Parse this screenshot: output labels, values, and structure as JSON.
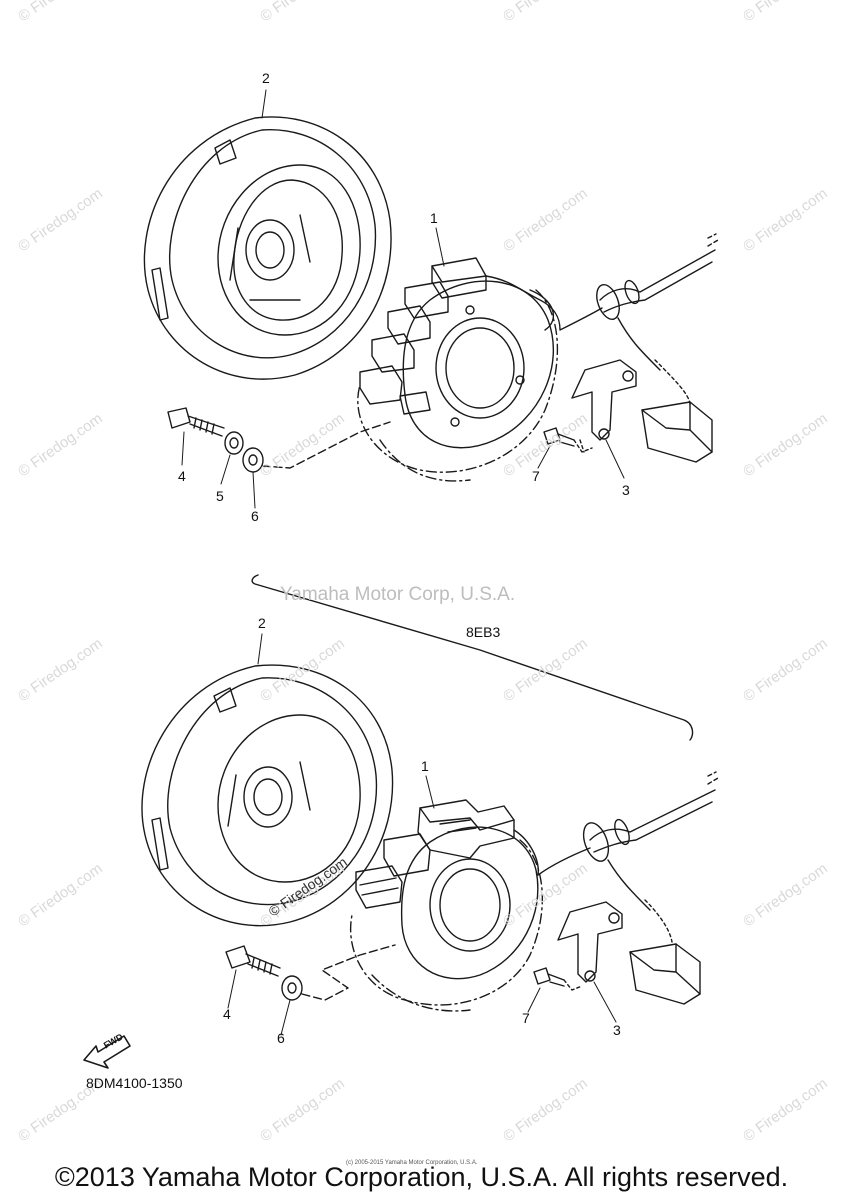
{
  "watermark": {
    "text": "© Firedog.com",
    "center_text": "Yamaha Motor Corp, U.S.A."
  },
  "diagram_top": {
    "callouts": {
      "c1": "1",
      "c2": "2",
      "c3": "3",
      "c4": "4",
      "c5": "5",
      "c6": "6",
      "c7": "7"
    }
  },
  "diagram_bottom": {
    "variant_label": "8EB3",
    "callouts": {
      "c1": "1",
      "c2": "2",
      "c3": "3",
      "c4": "4",
      "c6": "6",
      "c7": "7"
    }
  },
  "fwd_label": "FWD",
  "part_number": "8DM4100-1350",
  "tiny_copyright": "(c) 2005-2015 Yamaha Motor Corporation, U.S.A.",
  "copyright": "©2013 Yamaha Motor Corporation, U.S.A. All rights reserved."
}
